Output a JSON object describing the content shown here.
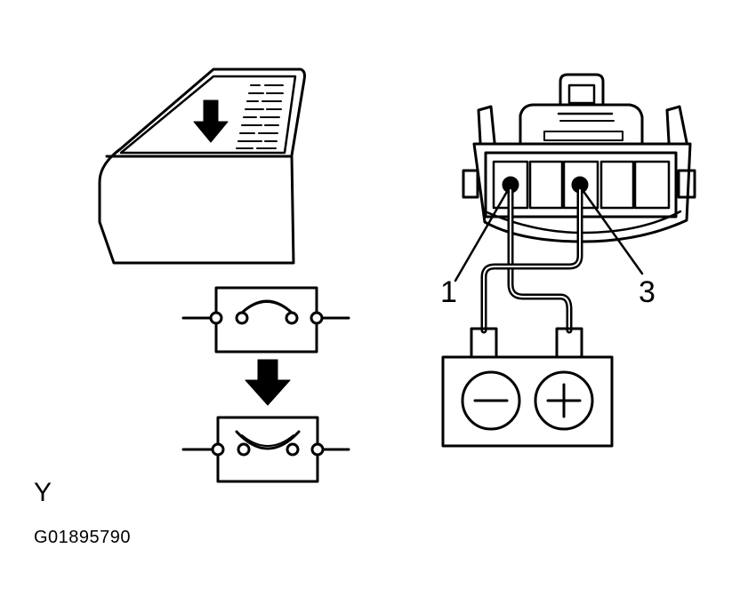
{
  "labels": {
    "pin_1": "1",
    "pin_3": "3",
    "view_letter": "Y",
    "figure_code": "G01895790"
  },
  "colors": {
    "ink": "#000000",
    "paper": "#ffffff"
  },
  "icons": [
    "down-arrow-icon",
    "battery-negative-icon",
    "battery-positive-icon"
  ]
}
